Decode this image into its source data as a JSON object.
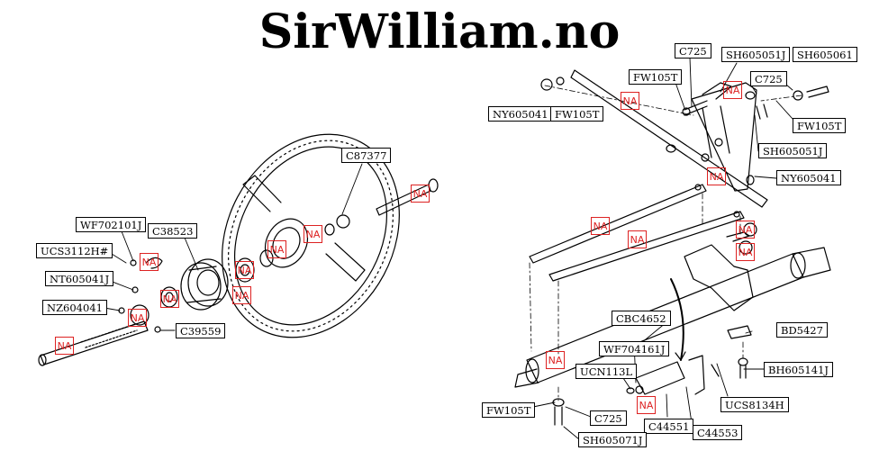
{
  "site_title": "SirWilliam.no",
  "colors": {
    "na_border": "#dd2222",
    "line": "#000000"
  },
  "part_labels": {
    "c87377": "C87377",
    "wf702101j": "WF702101J",
    "c38523": "C38523",
    "ucs3112h": "UCS3112H#",
    "nt605041j": "NT605041J",
    "nz604041": "NZ604041",
    "c39559": "C39559",
    "c725_a": "C725",
    "sh605051j_a": "SH605051J",
    "sh605061": "SH605061",
    "fw105t_a": "FW105T",
    "c725_b": "C725",
    "ny605041_a": "NY605041",
    "fw105t_b": "FW105T",
    "fw105t_c": "FW105T",
    "sh605051j_b": "SH605051J",
    "ny605041_b": "NY605041",
    "cbc4652": "CBC4652",
    "bd5427": "BD5427",
    "wf704161j": "WF704161J",
    "bh605141j": "BH605141J",
    "ucn113l": "UCN113L",
    "ucs8134h": "UCS8134H",
    "fw105t_d": "FW105T",
    "c725_c": "C725",
    "c44551": "C44551",
    "c44553": "C44553",
    "sh605071j": "SH605071J"
  },
  "na_label": "NA"
}
